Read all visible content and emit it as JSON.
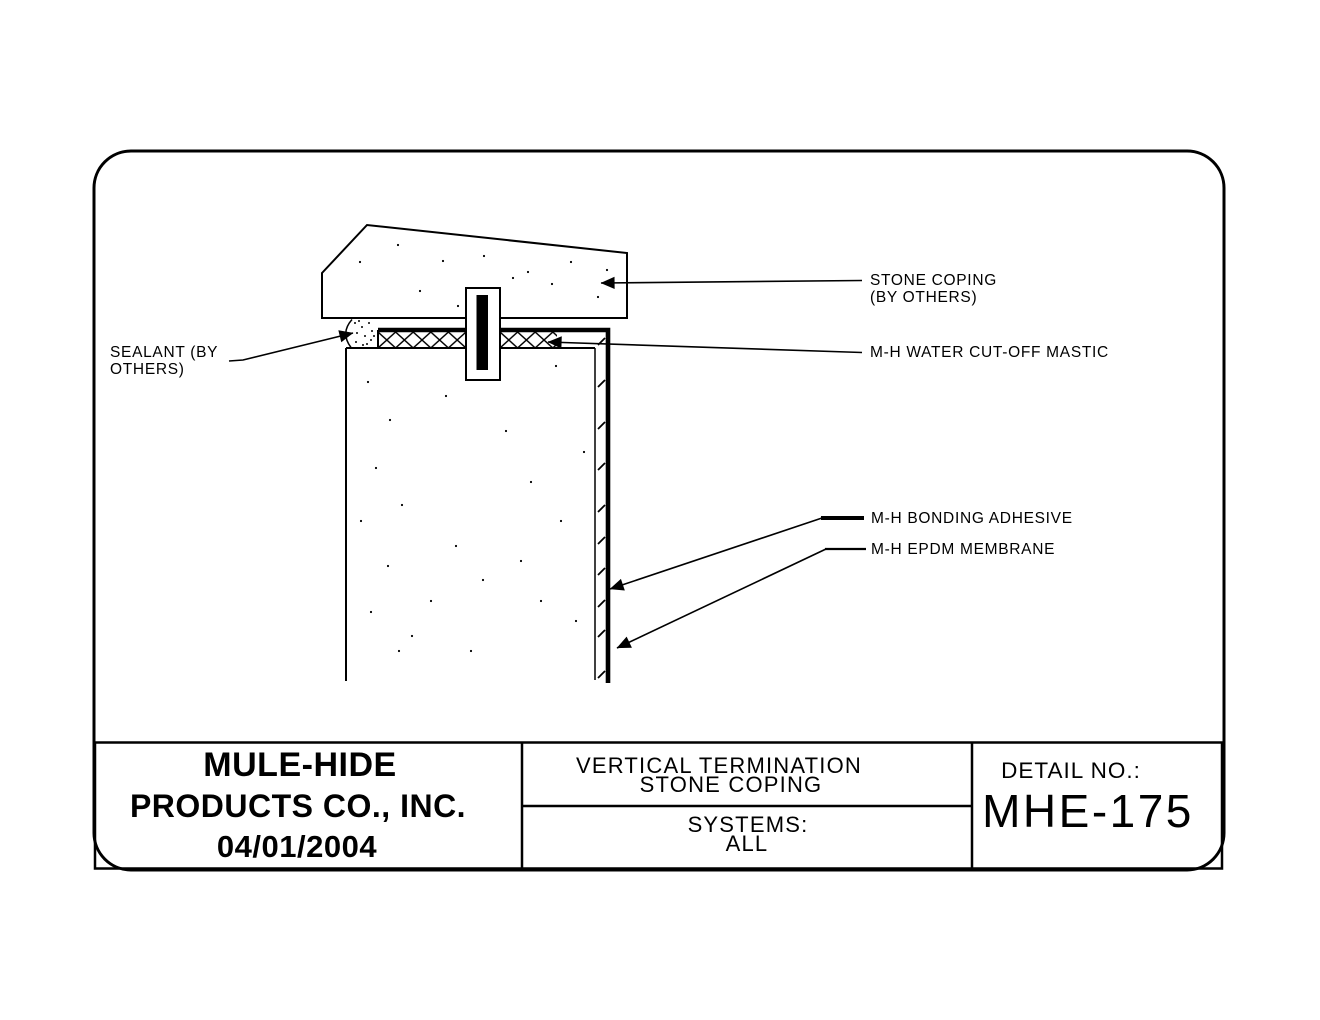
{
  "page": {
    "paper_color": "#ffffff",
    "ink_color": "#000000"
  },
  "drawing": {
    "callouts": {
      "stone_coping_line1": "STONE COPING",
      "stone_coping_line2": "(BY OTHERS)",
      "sealant_line1": "SEALANT (BY",
      "sealant_line2": "OTHERS)",
      "water_cutoff_mastic": "M-H WATER CUT-OFF MASTIC",
      "bonding_adhesive": "M-H BONDING ADHESIVE",
      "epdm_membrane": "M-H EPDM MEMBRANE"
    }
  },
  "title_block": {
    "company_line1": "MULE-HIDE",
    "company_line2": "PRODUCTS CO., INC.",
    "date": "04/01/2004",
    "drawing_title_line1": "VERTICAL TERMINATION",
    "drawing_title_line2": "STONE COPING",
    "systems_label": "SYSTEMS:",
    "systems_value": "ALL",
    "detail_no_label": "DETAIL NO.:",
    "detail_no_value": "MHE-175"
  }
}
